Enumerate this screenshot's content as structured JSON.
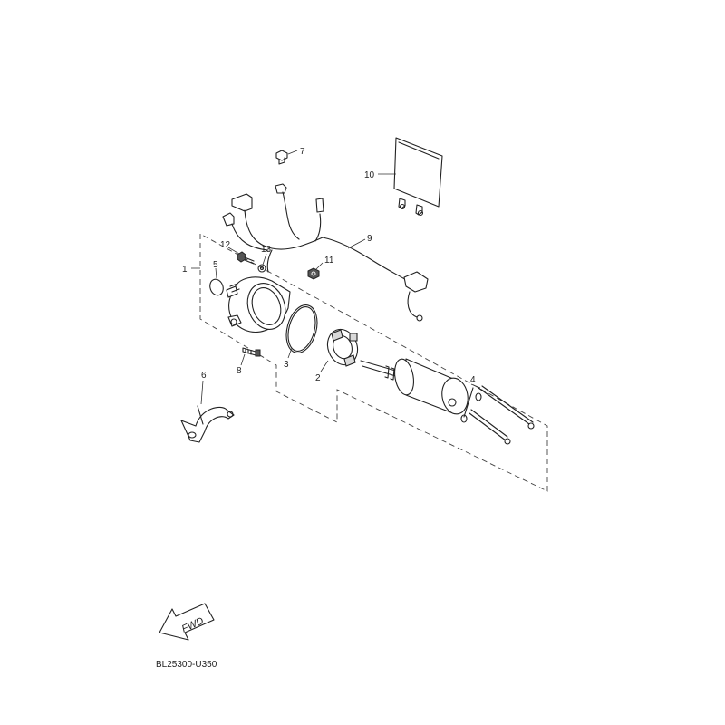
{
  "diagram": {
    "callouts": [
      "1",
      "2",
      "3",
      "4",
      "5",
      "6",
      "7",
      "8",
      "9",
      "10",
      "11",
      "12",
      "13"
    ],
    "direction_label": "FWD",
    "drawing_code": "BL25300-U350"
  }
}
